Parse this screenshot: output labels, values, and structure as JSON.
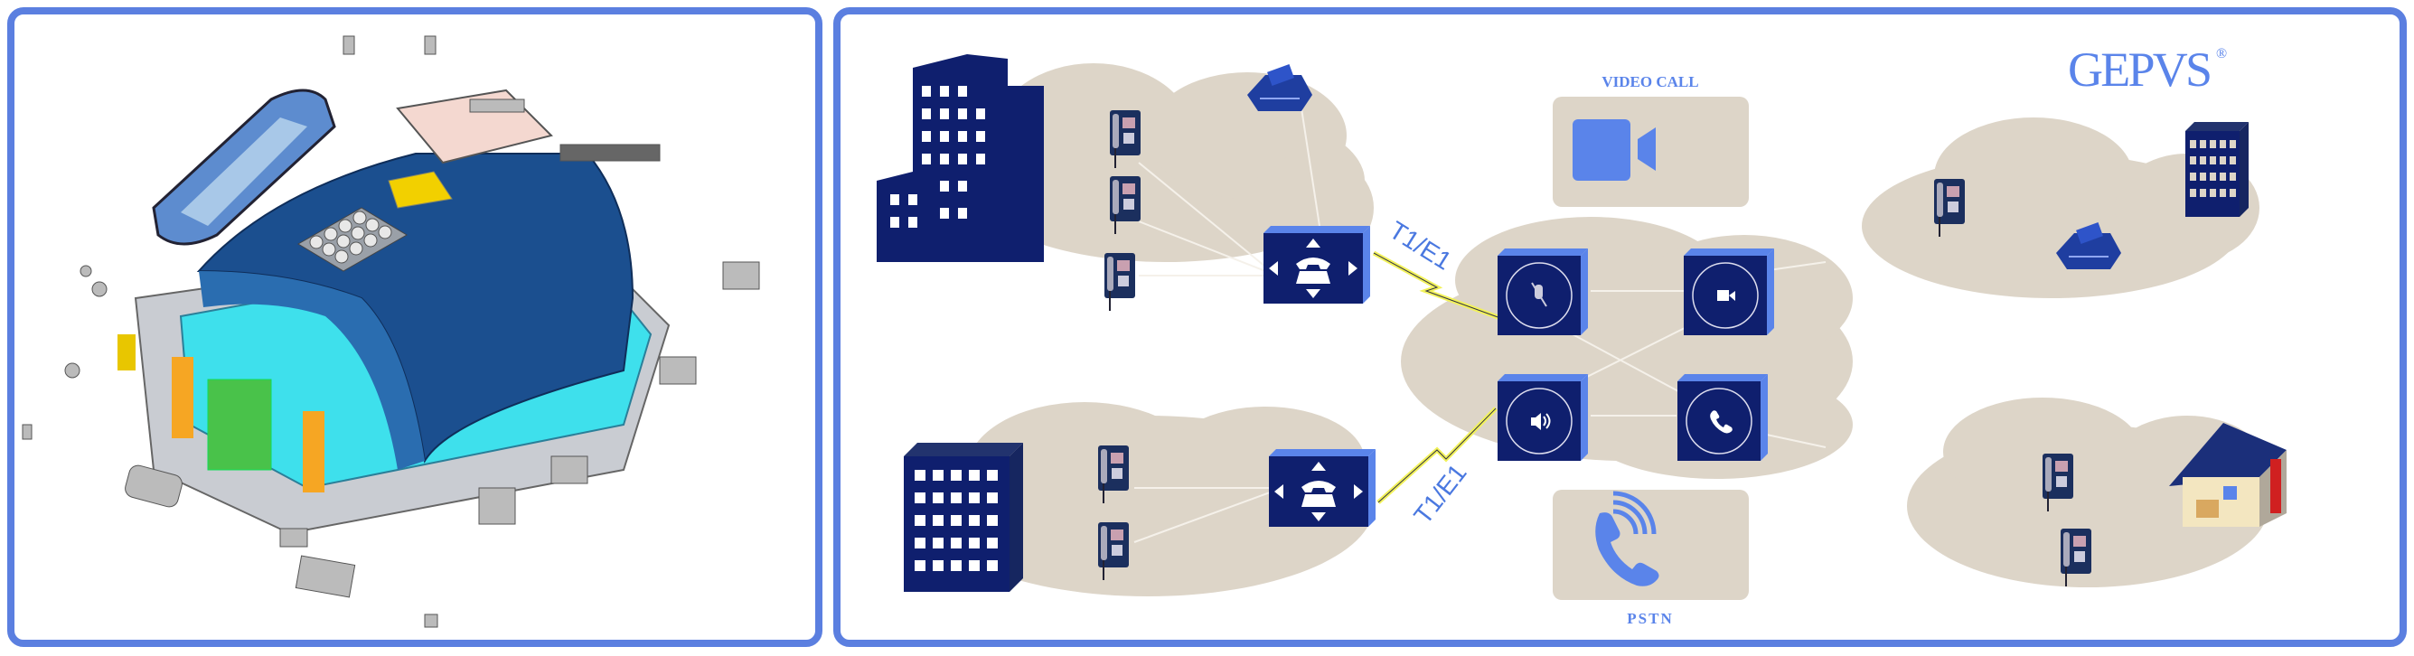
{
  "colors": {
    "frame": "#5b7fe0",
    "cloud": "#ddd5c8",
    "navy": "#0f1f6e",
    "accent": "#5a84ea",
    "bolt": "#f2f25a"
  },
  "labels": {
    "video_call": "VIDEO CALL",
    "pstn": "PSTN",
    "link_top": "T1/E1",
    "link_bottom": "T1/E1",
    "logo": "GEPVS",
    "logo_mark": "®"
  },
  "icons": [
    "building-icon",
    "fax-icon",
    "payphone-icon",
    "switch-icon",
    "mic-icon",
    "video-icon",
    "speaker-icon",
    "phone-icon",
    "house-icon"
  ]
}
